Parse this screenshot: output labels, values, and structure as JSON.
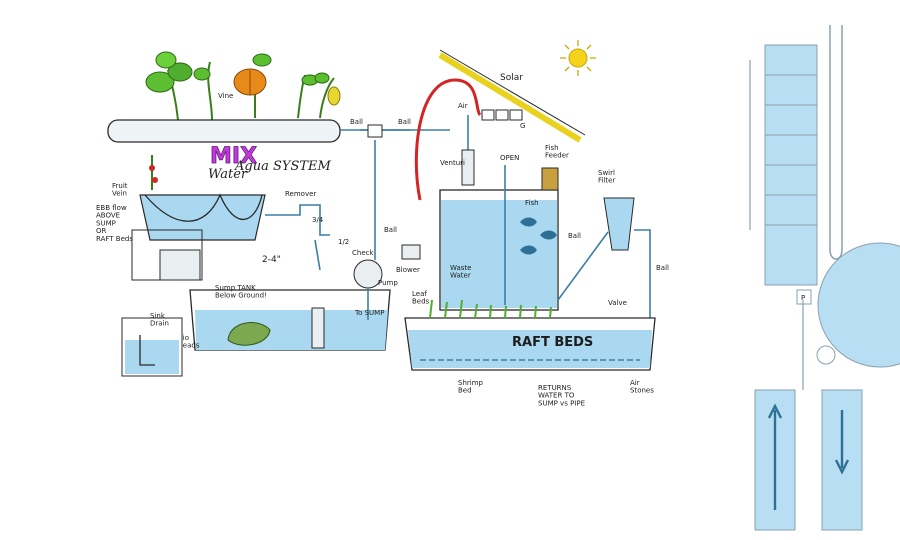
{
  "title": {
    "mix": "MIX",
    "line2": "Water",
    "line3": "Agua SYSTEM"
  },
  "labels": {
    "vine": "Vine",
    "fruit_vein": "Fruit\nVein",
    "ebb_flow": "EBB flow\nABOVE\nSUMP\nOR\nRAFT Beds",
    "remover": "Remover",
    "dim_a": "3/4",
    "dim_b": "1/2",
    "height": "2-4\"",
    "ball1": "Ball",
    "ball2": "Ball",
    "ball3": "Ball",
    "ball4": "Ball",
    "ball5": "Ball",
    "sump_tank": "Sump TANK\nBelow Ground!",
    "bio_beads": "Bio\nBeads",
    "pump": "Pump",
    "check": "Check",
    "blower": "Blower",
    "air": "Air",
    "solar": "Solar",
    "open": "OPEN",
    "fish_feeder": "Fish\nFeeder",
    "swirl_filter": "Swirl\nFilter",
    "fish": "Fish",
    "waste_water": "Waste\nWater",
    "to_sump": "To SUMP",
    "leaf_beds": "Leaf\nBeds",
    "raft_beds": "RAFT BEDS",
    "shrimp_bed": "Shrimp\nBed",
    "returns": "RETURNS\nWATER TO\nSUMP vs PIPE",
    "air_stones": "Air\nStones",
    "valve": "Valve",
    "sink_drain": "Sink\nDrain",
    "venturi": "Venturi",
    "g_label": "G",
    "p_label": "P"
  },
  "colors": {
    "water": "#a9d8f0",
    "pipe": "#3b7ea6",
    "solar_panel": "#e8d21e",
    "sun": "#f4d31a",
    "red_hose": "#d42424",
    "leaf": "#4fae2d",
    "pumpkin": "#e88a1a",
    "mix_title": "#c03ad8",
    "right_tank_fill": "#b7def2",
    "right_tank_stroke": "#8aa0b0"
  },
  "icons": [
    "sun-icon",
    "fish-icon",
    "plant-icon",
    "pumpkin-icon",
    "arrow-icon"
  ]
}
